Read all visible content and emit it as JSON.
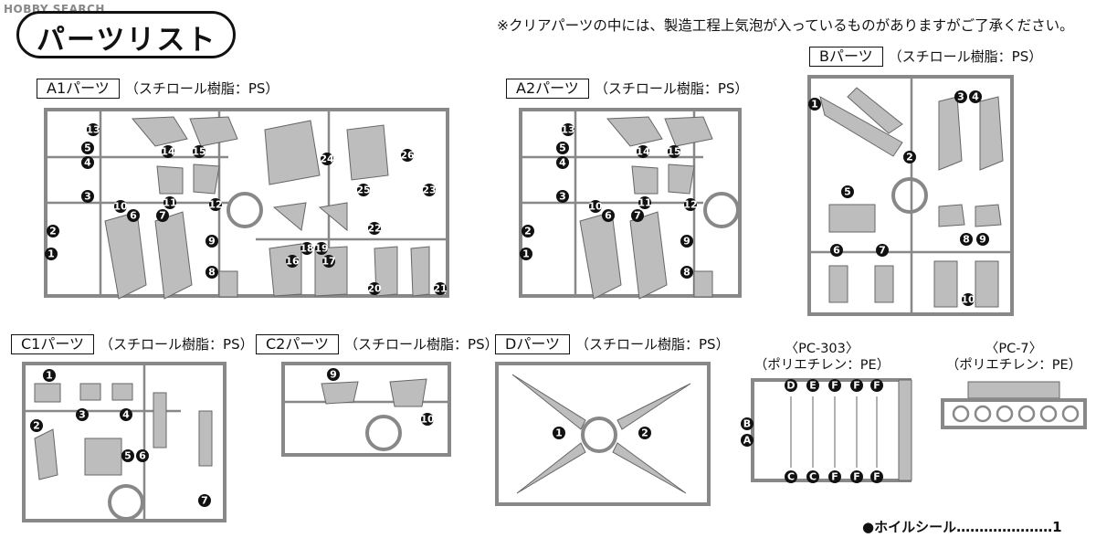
{
  "watermark": "HOBBY SEARCH",
  "title": "パーツリスト",
  "note": "※クリアパーツの中には、製造工程上気泡が入っているものがありますがご了承ください。",
  "material_ps": "（スチロール樹脂：PS）",
  "sections": {
    "a1": {
      "label": "A1パーツ",
      "numbers": [
        "1",
        "2",
        "3",
        "4",
        "5",
        "6",
        "7",
        "8",
        "9",
        "10",
        "11",
        "12",
        "13",
        "14",
        "15",
        "16",
        "17",
        "18",
        "19",
        "20",
        "21",
        "22",
        "23",
        "24",
        "25",
        "26"
      ]
    },
    "a2": {
      "label": "A2パーツ",
      "numbers": [
        "1",
        "2",
        "3",
        "4",
        "5",
        "6",
        "7",
        "8",
        "9",
        "10",
        "11",
        "12",
        "13",
        "14",
        "15"
      ]
    },
    "b": {
      "label": "Bパーツ",
      "numbers": [
        "1",
        "2",
        "3",
        "4",
        "5",
        "6",
        "7",
        "8",
        "9",
        "10"
      ]
    },
    "c1": {
      "label": "C1パーツ",
      "numbers": [
        "1",
        "2",
        "3",
        "4",
        "5",
        "6",
        "7"
      ]
    },
    "c2": {
      "label": "C2パーツ",
      "numbers": [
        "9",
        "10"
      ]
    },
    "d": {
      "label": "Dパーツ",
      "numbers": [
        "1",
        "2"
      ]
    }
  },
  "pc303": {
    "label": "〈PC-303〉",
    "material": "（ポリエチレン：PE）",
    "top_letters": [
      "D",
      "E",
      "F",
      "F",
      "F"
    ],
    "side_letters": [
      "B",
      "A"
    ],
    "bottom_letters": [
      "C",
      "C",
      "F",
      "F",
      "F"
    ]
  },
  "pc7": {
    "label": "〈PC-7〉",
    "material": "（ポリエチレン：PE）"
  },
  "footer": "●ホイルシール…………………1",
  "colors": {
    "runner": "#888888",
    "part": "#bdbdbd",
    "badge": "#111111"
  }
}
